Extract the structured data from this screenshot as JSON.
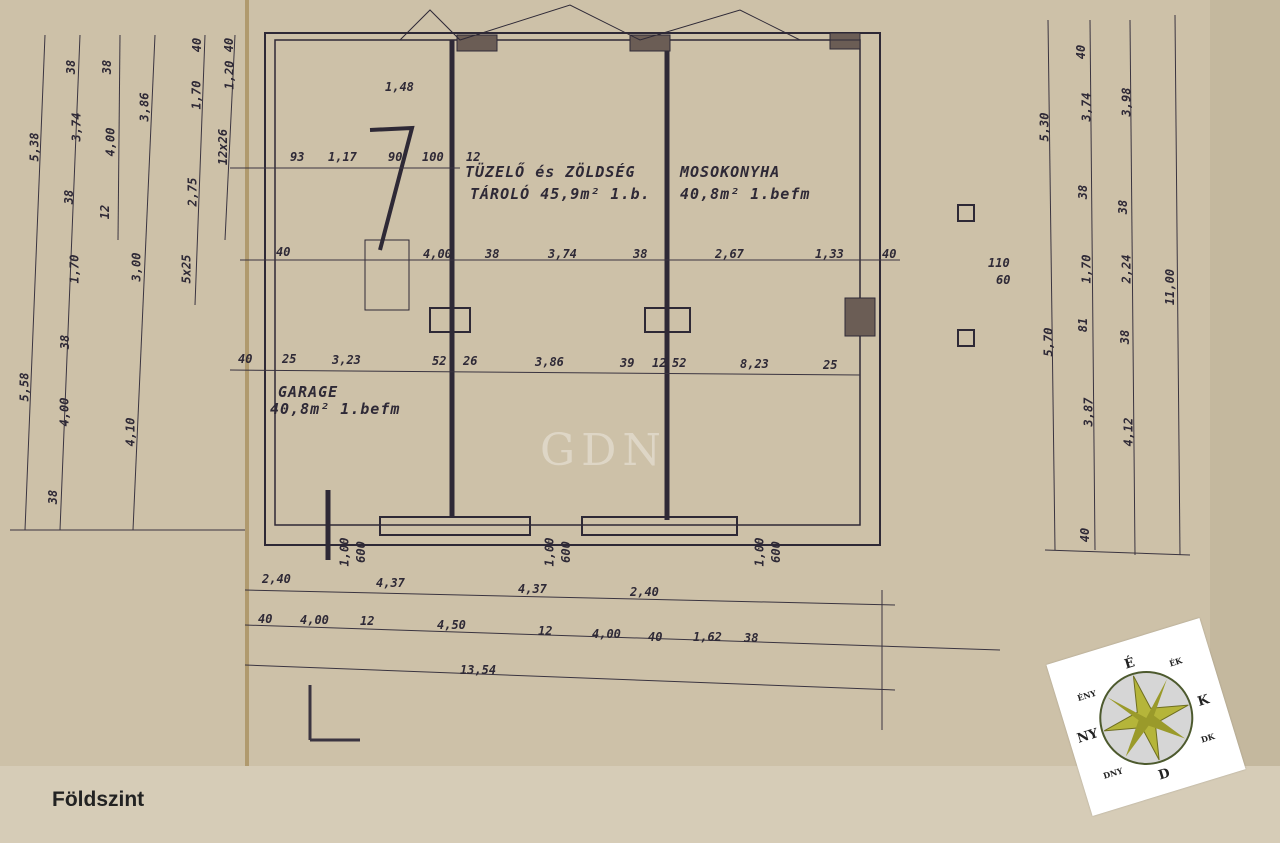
{
  "sheet": {
    "level_title": "Földszint",
    "watermark": "GDN"
  },
  "rooms": [
    {
      "name": "TÜZELŐ és ZÖLDSÉG",
      "detail": "TÁROLÓ 45,9m² 1.b."
    },
    {
      "name": "MOSOKONYHA",
      "detail": "40,8m² 1.befm"
    },
    {
      "name": "GARAGE",
      "detail": "40,8m² 1.befm"
    }
  ],
  "stair_note": "1,48",
  "dims_top_row": [
    "93",
    "1,17",
    "90",
    "100",
    "12"
  ],
  "dims_mid_row": [
    "40",
    "4,00",
    "38",
    "3,74",
    "38",
    "2,67",
    "1,33",
    "40"
  ],
  "dims_low_row": [
    "40",
    "25",
    "3,23",
    "52",
    "26",
    "3,86",
    "39",
    "12",
    "52",
    "8,23",
    "25"
  ],
  "dims_openings": [
    "1,00",
    "600",
    "1,00",
    "600",
    "1,00",
    "600"
  ],
  "dims_bottom_1": [
    "2,40",
    "4,37",
    "4,37",
    "2,40"
  ],
  "dims_bottom_2": [
    "40",
    "4,00",
    "12",
    "4,50",
    "12",
    "4,00",
    "40",
    "1,62",
    "38"
  ],
  "dims_bottom_total": "13,54",
  "dims_left": [
    "5,38",
    "5,58",
    "38",
    "3,74",
    "38",
    "1,70",
    "38",
    "4,00",
    "38",
    "38",
    "4,00",
    "12",
    "3,86",
    "3,00",
    "4,10",
    "40",
    "1,70",
    "2,75",
    "5x25",
    "40",
    "1,20",
    "12x26"
  ],
  "dims_right": [
    "5,30",
    "5,70",
    "40",
    "3,74",
    "38",
    "1,70",
    "81",
    "3,87",
    "40",
    "3,98",
    "38",
    "2,24",
    "38",
    "4,12",
    "11,00",
    "110",
    "60"
  ],
  "compass": {
    "N": "É",
    "NE": "ÉK",
    "E": "K",
    "SE": "DK",
    "S": "D",
    "SW": "DNY",
    "W": "NY",
    "NW": "ÉNY",
    "star_color": "#b5b53a"
  }
}
